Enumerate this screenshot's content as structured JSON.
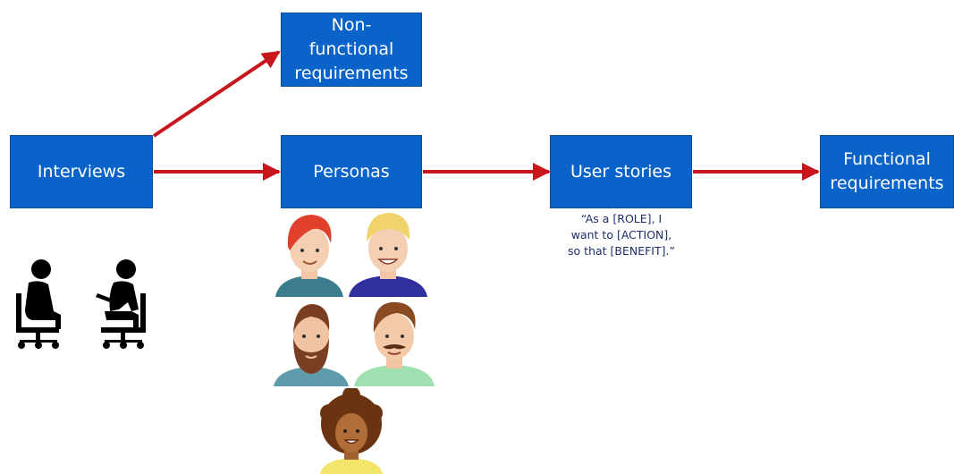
{
  "diagram": {
    "nodes": {
      "nonfunctional": "Non-\nfunctional\nrequirements",
      "interviews": "Interviews",
      "personas": "Personas",
      "user_stories": "User stories",
      "functional": "Functional\nrequirements"
    },
    "user_story_template": "“As a [ROLE], I\nwant to [ACTION],\nso that [BENEFIT].”"
  },
  "colors": {
    "box_fill": "#0a63c8",
    "arrow": "#c8161d"
  },
  "icons": {
    "interview_people": [
      "person-sitting-icon",
      "person-taking-notes-icon"
    ],
    "personas": [
      "persona-red-hair-icon",
      "persona-blond-icon",
      "persona-bearded-icon",
      "persona-mustache-icon",
      "persona-curly-hair-icon"
    ]
  }
}
